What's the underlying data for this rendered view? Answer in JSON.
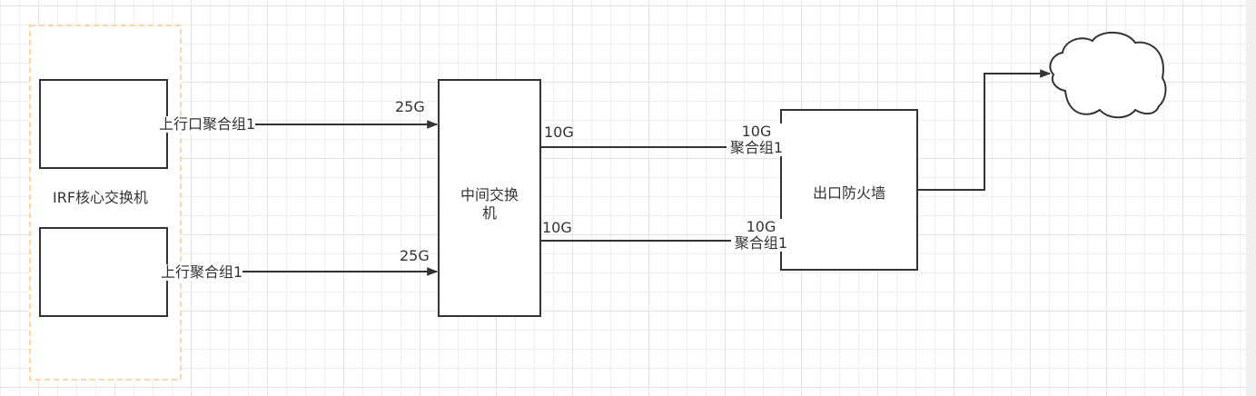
{
  "diagram": {
    "colors": {
      "stroke": "#333333",
      "group_border": "#fdc98f",
      "text": "#333333"
    },
    "group": {
      "label": "IRF核心交换机"
    },
    "nodes": {
      "core_switch_1": {
        "label": ""
      },
      "core_switch_2": {
        "label": ""
      },
      "middle_switch": {
        "label_line1": "中间交换",
        "label_line2": "机"
      },
      "firewall": {
        "label": "出口防火墙"
      },
      "internet_cloud": {
        "label": ""
      }
    },
    "edges": [
      {
        "id": "uplink-1",
        "source_label": "上行口聚合组1",
        "target_label": "25G"
      },
      {
        "id": "uplink-2",
        "source_label": "上行聚合组1",
        "target_label": "25G"
      },
      {
        "id": "fw-link-1",
        "source_label": "10G",
        "target_label_line1": "10G",
        "target_label_line2": "聚合组1"
      },
      {
        "id": "fw-link-2",
        "source_label": "10G",
        "target_label_line1": "10G",
        "target_label_line2": "聚合组1"
      },
      {
        "id": "fw-to-internet",
        "source_label": "",
        "target_label": ""
      }
    ]
  }
}
